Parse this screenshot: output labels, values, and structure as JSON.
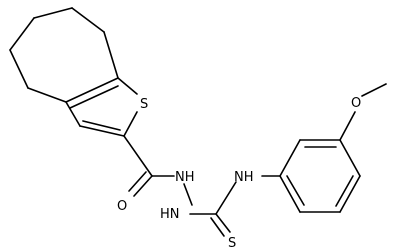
{
  "colors": {
    "background": "#ffffff",
    "bond": "#000000",
    "text": "#000000"
  },
  "labels": {
    "sulfur_ring": "S",
    "carbonyl_oxygen": "O",
    "hydrazide_nh": "NH",
    "thio_nh": "HN",
    "aryl_nh": "NH",
    "thione_sulfur": "S",
    "methoxy_oxygen": "O"
  }
}
